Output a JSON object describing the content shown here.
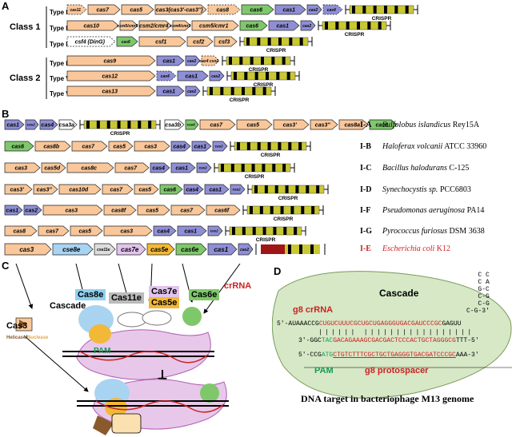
{
  "panels": {
    "a": "A",
    "b": "B",
    "c": "C",
    "d": "D"
  },
  "panel_a": {
    "class1": "Class 1",
    "class2": "Class 2",
    "crispr": "CRISPR",
    "rows": [
      {
        "type": "Type I",
        "genes": [
          "cas11",
          "cas7",
          "cas5",
          "cas3(cas3'-cas3'')",
          "cas8",
          "cas6",
          "cas1",
          "cas2",
          "cas4"
        ]
      },
      {
        "type": "Type III",
        "genes": [
          "cas10",
          "csm5/cmr5",
          "csm2/cmr4",
          "csm4/cmr3",
          "csm5/cmr1",
          "cas6",
          "cas1",
          "cas2"
        ]
      },
      {
        "type": "Type IV",
        "genes": [
          "csf4 (DinG)",
          "cas6",
          "csf1",
          "csf2",
          "csf3"
        ]
      },
      {
        "type": "Type II",
        "genes": [
          "cas9",
          "cas1",
          "cas2",
          "cas4 csn2"
        ]
      },
      {
        "type": "Type V",
        "genes": [
          "cas12",
          "cas4",
          "cas1",
          "cas2"
        ]
      },
      {
        "type": "Type VI",
        "genes": [
          "cas13",
          "cas1",
          "cas2"
        ]
      }
    ]
  },
  "panel_b": {
    "crispr": "CRISPR",
    "rows": [
      {
        "subtype": "I-A",
        "genus": "Sulfolobus islandicus",
        "strain": "Rey15A",
        "genes": [
          "cas1",
          "cas2",
          "cas4",
          "csa3a",
          "csa3b",
          "cas6",
          "cas7",
          "cas5",
          "cas3'",
          "cas3''",
          "cas8a",
          "cas6"
        ]
      },
      {
        "subtype": "I-B",
        "genus": "Haloferax volcanii",
        "strain": "ATCC 33960",
        "genes": [
          "cas6",
          "cas8b",
          "cas7",
          "cas5",
          "cas3",
          "cas4",
          "cas1",
          "cas2"
        ]
      },
      {
        "subtype": "I-C",
        "genus": "Bacillus halodurans",
        "strain": "C-125",
        "genes": [
          "cas3",
          "cas5d",
          "cas8c",
          "cas7",
          "cas4",
          "cas1",
          "cas2"
        ]
      },
      {
        "subtype": "I-D",
        "genus": "Synechocystis sp.",
        "strain": "PCC6803",
        "genes": [
          "cas3'",
          "cas3''",
          "cas10d",
          "cas7",
          "cas5",
          "cas6",
          "cas4",
          "cas1",
          "cas2"
        ]
      },
      {
        "subtype": "I-F",
        "genus": "Pseudomonas aeruginosa",
        "strain": "PA14",
        "genes": [
          "cas1",
          "cas2",
          "cas3",
          "cas8f",
          "cas5",
          "cas7",
          "cas6f"
        ]
      },
      {
        "subtype": "I-G",
        "genus": "Pyrococcus furiosus",
        "strain": "DSM 3638",
        "genes": [
          "cas8",
          "cas7",
          "cas5",
          "cas3",
          "cas4",
          "cas1",
          "cas2"
        ]
      },
      {
        "subtype": "I-E",
        "genus": "Escherichia coli",
        "strain": "K12",
        "genes": [
          "cas3",
          "cse8e",
          "cse11e",
          "cas7e",
          "cas5e",
          "cas6e",
          "cas1",
          "cas2"
        ]
      }
    ]
  },
  "panel_c": {
    "labels": {
      "cas8e": "Cas8e",
      "cas11e": "Cas11e",
      "cas7e": "Cas7e",
      "cas5e": "Cas5e",
      "cas6e": "Cas6e",
      "crrna": "crRNA",
      "cascade": "Cascade",
      "cas3": "Cas3",
      "helicase": "Helicase",
      "nuclease": "Nuclease",
      "pam": "PAM"
    }
  },
  "panel_d": {
    "cascade": "Cascade",
    "g8_crrna": "g8 crRNA",
    "crrna_5": "5′-AUAAACCG",
    "crrna_spacer": "CUGUCUUUCGCUGCUGAGGGUGACGAUCCCGC",
    "crrna_3": "GAGUU",
    "hairpin": [
      "C C",
      "C   A",
      "G-C",
      "C-G",
      "C-G",
      "C-G-3′"
    ],
    "top_5": "3′-GGC",
    "top_pam": "TAC",
    "top_seq": "GACAGAAAGCGACGACTCCCACTGCTAGGGCG",
    "top_3": "TTT-5′",
    "bot_5": "5′-CCG",
    "bot_pam": "ATG",
    "bot_seq": "CTGTCTTTCGCTGCTGAGGGTGACGATCCCGC",
    "bot_3": "AAA-3′",
    "pam": "PAM",
    "protospacer": "g8 protospacer",
    "caption": "DNA target in bacteriophage M13 genome"
  },
  "colors": {
    "orange": "#f9c79a",
    "blue": "#8f8fd6",
    "green": "#7ec86b",
    "red": "#cc2222",
    "crispr_yellow": "#c9c833"
  }
}
